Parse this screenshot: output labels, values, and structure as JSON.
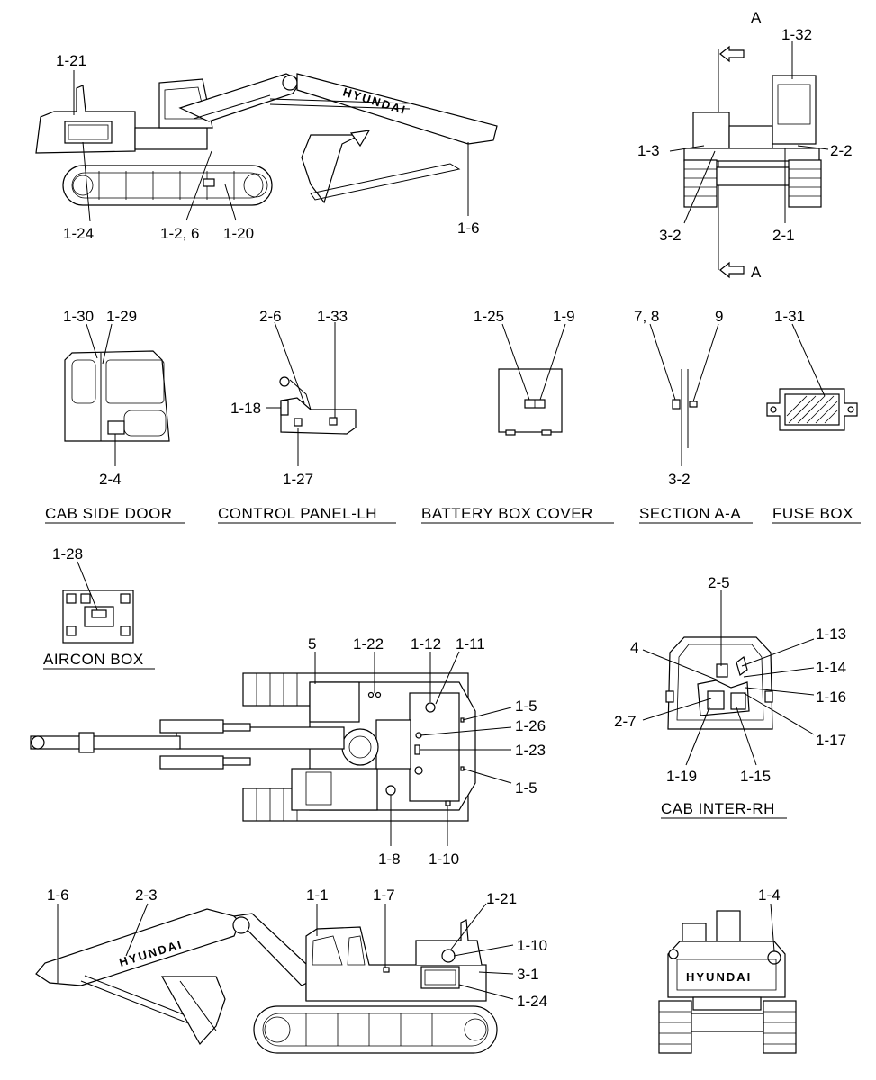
{
  "captions": {
    "cab_side_door": "CAB SIDE DOOR",
    "control_panel_lh": "CONTROL PANEL-LH",
    "battery_box_cover": "BATTERY BOX COVER",
    "section_aa": "SECTION A-A",
    "fuse_box": "FUSE BOX",
    "aircon_box": "AIRCON BOX",
    "cab_inter_rh": "CAB INTER-RH"
  },
  "section_marker": "A",
  "brand_text": "HYUNDAI",
  "labels": [
    {
      "id": "l1",
      "text": "1-21"
    },
    {
      "id": "l2",
      "text": "1-24"
    },
    {
      "id": "l3",
      "text": "1-2, 6"
    },
    {
      "id": "l4",
      "text": "1-20"
    },
    {
      "id": "l5",
      "text": "1-6"
    },
    {
      "id": "l6",
      "text": "1-32"
    },
    {
      "id": "l7",
      "text": "1-3"
    },
    {
      "id": "l8",
      "text": "2-2"
    },
    {
      "id": "l9",
      "text": "3-2"
    },
    {
      "id": "l10",
      "text": "2-1"
    },
    {
      "id": "l11",
      "text": "1-30"
    },
    {
      "id": "l12",
      "text": "1-29"
    },
    {
      "id": "l13",
      "text": "2-4"
    },
    {
      "id": "l14",
      "text": "2-6"
    },
    {
      "id": "l15",
      "text": "1-33"
    },
    {
      "id": "l16",
      "text": "1-18"
    },
    {
      "id": "l17",
      "text": "1-27"
    },
    {
      "id": "l18",
      "text": "1-25"
    },
    {
      "id": "l19",
      "text": "1-9"
    },
    {
      "id": "l20",
      "text": "7, 8"
    },
    {
      "id": "l21",
      "text": "9"
    },
    {
      "id": "l22",
      "text": "3-2"
    },
    {
      "id": "l23",
      "text": "1-31"
    },
    {
      "id": "l24",
      "text": "1-28"
    },
    {
      "id": "l25",
      "text": "5"
    },
    {
      "id": "l26",
      "text": "1-22"
    },
    {
      "id": "l27",
      "text": "1-12"
    },
    {
      "id": "l28",
      "text": "1-11"
    },
    {
      "id": "l29",
      "text": "1-5"
    },
    {
      "id": "l30",
      "text": "1-26"
    },
    {
      "id": "l31",
      "text": "1-23"
    },
    {
      "id": "l32",
      "text": "1-5"
    },
    {
      "id": "l33",
      "text": "1-8"
    },
    {
      "id": "l34",
      "text": "1-10"
    },
    {
      "id": "l35",
      "text": "2-5"
    },
    {
      "id": "l36",
      "text": "4"
    },
    {
      "id": "l37",
      "text": "1-13"
    },
    {
      "id": "l38",
      "text": "1-14"
    },
    {
      "id": "l39",
      "text": "1-16"
    },
    {
      "id": "l40",
      "text": "2-7"
    },
    {
      "id": "l41",
      "text": "1-17"
    },
    {
      "id": "l42",
      "text": "1-19"
    },
    {
      "id": "l43",
      "text": "1-15"
    },
    {
      "id": "l44",
      "text": "1-6"
    },
    {
      "id": "l45",
      "text": "2-3"
    },
    {
      "id": "l46",
      "text": "1-1"
    },
    {
      "id": "l47",
      "text": "1-7"
    },
    {
      "id": "l48",
      "text": "1-21"
    },
    {
      "id": "l49",
      "text": "1-10"
    },
    {
      "id": "l50",
      "text": "3-1"
    },
    {
      "id": "l51",
      "text": "1-24"
    },
    {
      "id": "l52",
      "text": "1-4"
    }
  ]
}
